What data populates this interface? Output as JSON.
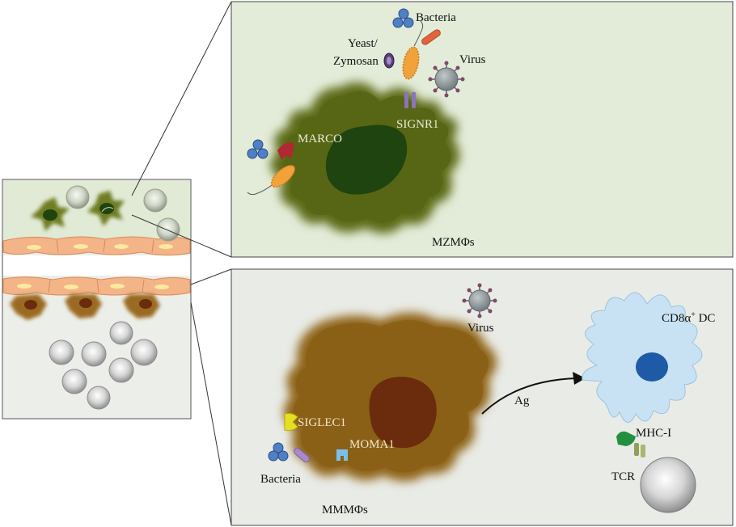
{
  "labels": {
    "bacteria_top": "Bacteria",
    "yeast": "Yeast/",
    "zymosan": "Zymosan",
    "virus_top": "Virus",
    "marco": "MARCO",
    "signr1": "SIGNR1",
    "mzm": "MZMΦs",
    "virus_bottom": "Virus",
    "cd8_prefix": "CD8α",
    "cd8_sup": "+",
    "cd8_suffix": " DC",
    "ag": "Ag",
    "siglec1": "SIGLEC1",
    "moma1": "MOMA1",
    "mhc": "MHC-I",
    "tcr": "TCR",
    "bacteria_bottom": "Bacteria",
    "mmm": "MMMΦs"
  },
  "colors": {
    "top_panel_bg": "#e3ecd9",
    "bottom_panel_bg": "#e9ebe7",
    "mz_macrophage": "#5b6b16",
    "mz_nucleus": "#1f4410",
    "mm_macrophage": "#8f6318",
    "mm_nucleus": "#6a2c0c",
    "dc_body": "#c8e2f3",
    "dc_nucleus": "#1e5aa5",
    "bacteria_cocci": "#4f7fc4",
    "bacteria_rod_orange": "#f2a23a",
    "bacteria_rod_red": "#e2643c",
    "marco": "#b02832",
    "signr1": "#8b74b8",
    "siglec1": "#e6df22",
    "moma1": "#7cc0ea",
    "mhc": "#238f3f",
    "tcr": "#8ea05a",
    "virus": "#8d9799",
    "virus_spike": "#7d4a6a",
    "endothelium": "#f3b488"
  }
}
